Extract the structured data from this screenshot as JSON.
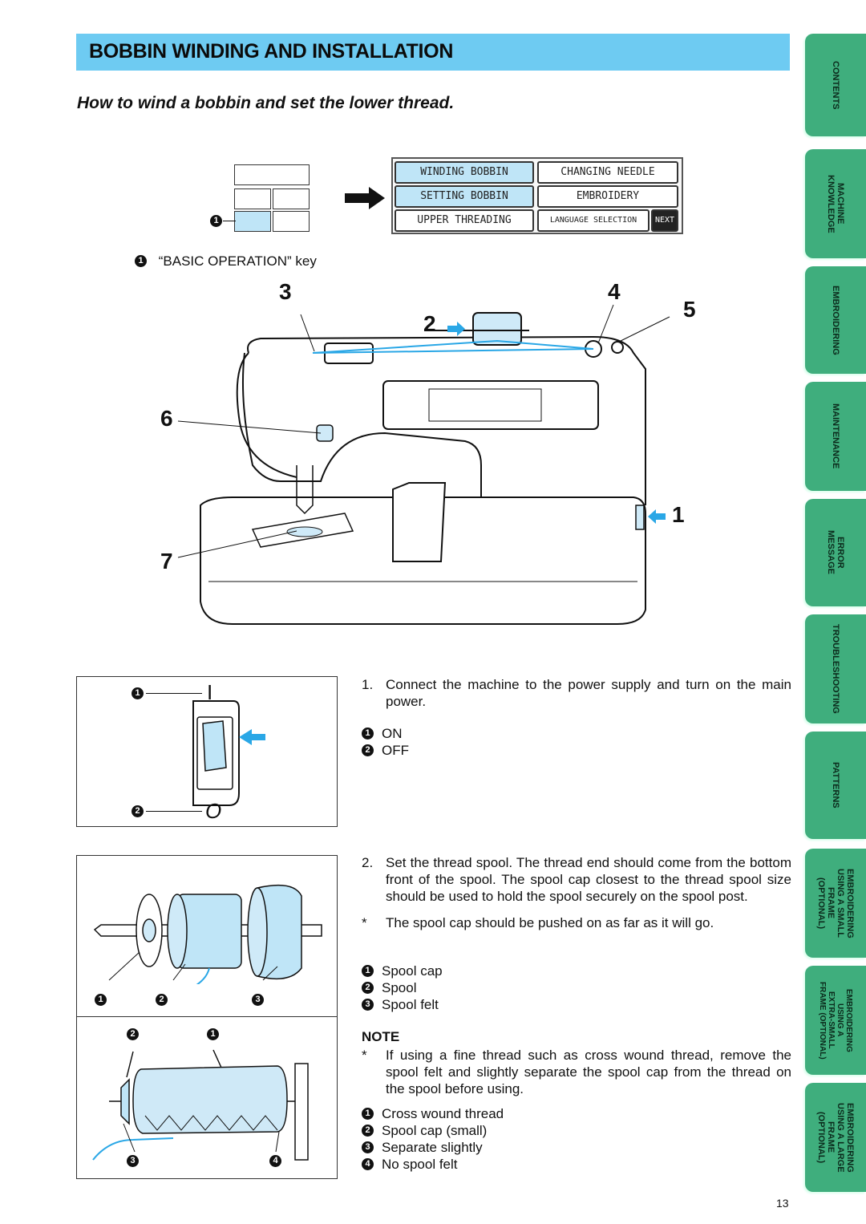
{
  "header": {
    "title": "BOBBIN WINDING AND INSTALLATION",
    "subtitle": "How to wind a bobbin and set the lower thread."
  },
  "screen": {
    "buttons": [
      "WINDING BOBBIN",
      "CHANGING NEEDLE",
      "SETTING BOBBIN",
      "EMBROIDERY",
      "UPPER THREADING",
      "LANGUAGE SELECTION",
      "NEXT"
    ],
    "key_number": "1",
    "key_label": "“BASIC OPERATION” key"
  },
  "machine_callouts": [
    "1",
    "2",
    "3",
    "4",
    "5",
    "6",
    "7"
  ],
  "switch_figure": {
    "on_number": "1",
    "on_mark": "I",
    "off_number": "2",
    "off_mark": "O"
  },
  "spool_figure": {
    "labels": [
      "1",
      "2",
      "3"
    ],
    "cross_labels": [
      "2",
      "1",
      "3",
      "4"
    ]
  },
  "steps": [
    {
      "number": "1.",
      "text": "Connect the machine to the power supply and turn on the main power.",
      "legend": [
        {
          "n": "1",
          "label": "ON"
        },
        {
          "n": "2",
          "label": "OFF"
        }
      ]
    },
    {
      "number": "2.",
      "text": "Set the thread spool. The thread end should come from the bottom front of the spool. The spool cap closest to the thread spool size should be used to hold the spool securely on the spool post.",
      "footnote": "The spool cap should be pushed on as far as it will go.",
      "legend": [
        {
          "n": "1",
          "label": "Spool cap"
        },
        {
          "n": "2",
          "label": "Spool"
        },
        {
          "n": "3",
          "label": "Spool felt"
        }
      ]
    }
  ],
  "note": {
    "title": "NOTE",
    "text": "If using a fine thread such as cross wound thread, remove the spool felt and slightly separate the spool cap from the thread on the spool before using.",
    "legend": [
      {
        "n": "1",
        "label": "Cross wound thread"
      },
      {
        "n": "2",
        "label": "Spool cap (small)"
      },
      {
        "n": "3",
        "label": "Separate slightly"
      },
      {
        "n": "4",
        "label": "No spool felt"
      }
    ]
  },
  "asterisk": "*",
  "side_tabs": [
    "CONTENTS",
    "MACHINE\nKNOWLEDGE",
    "EMBROIDERING",
    "MAINTENANCE",
    "ERROR\nMESSAGE",
    "TROUBLESHOOTING",
    "PATTERNS",
    "EMBROIDERING\nUSING A SMALL\nFRAME\n(OPTIONAL)",
    "EMBROIDERING\nUSING A\nEXTRA-SMALL\nFRAME (OPTIONAL)",
    "EMBROIDERING\nUSING A LARGE\nFRAME\n(OPTIONAL)"
  ],
  "page_number": "13",
  "colors": {
    "banner": "#6ecbf2",
    "tab": "#3fae7d",
    "thread": "#2aa7e6",
    "highlight": "#bfe5f7"
  }
}
